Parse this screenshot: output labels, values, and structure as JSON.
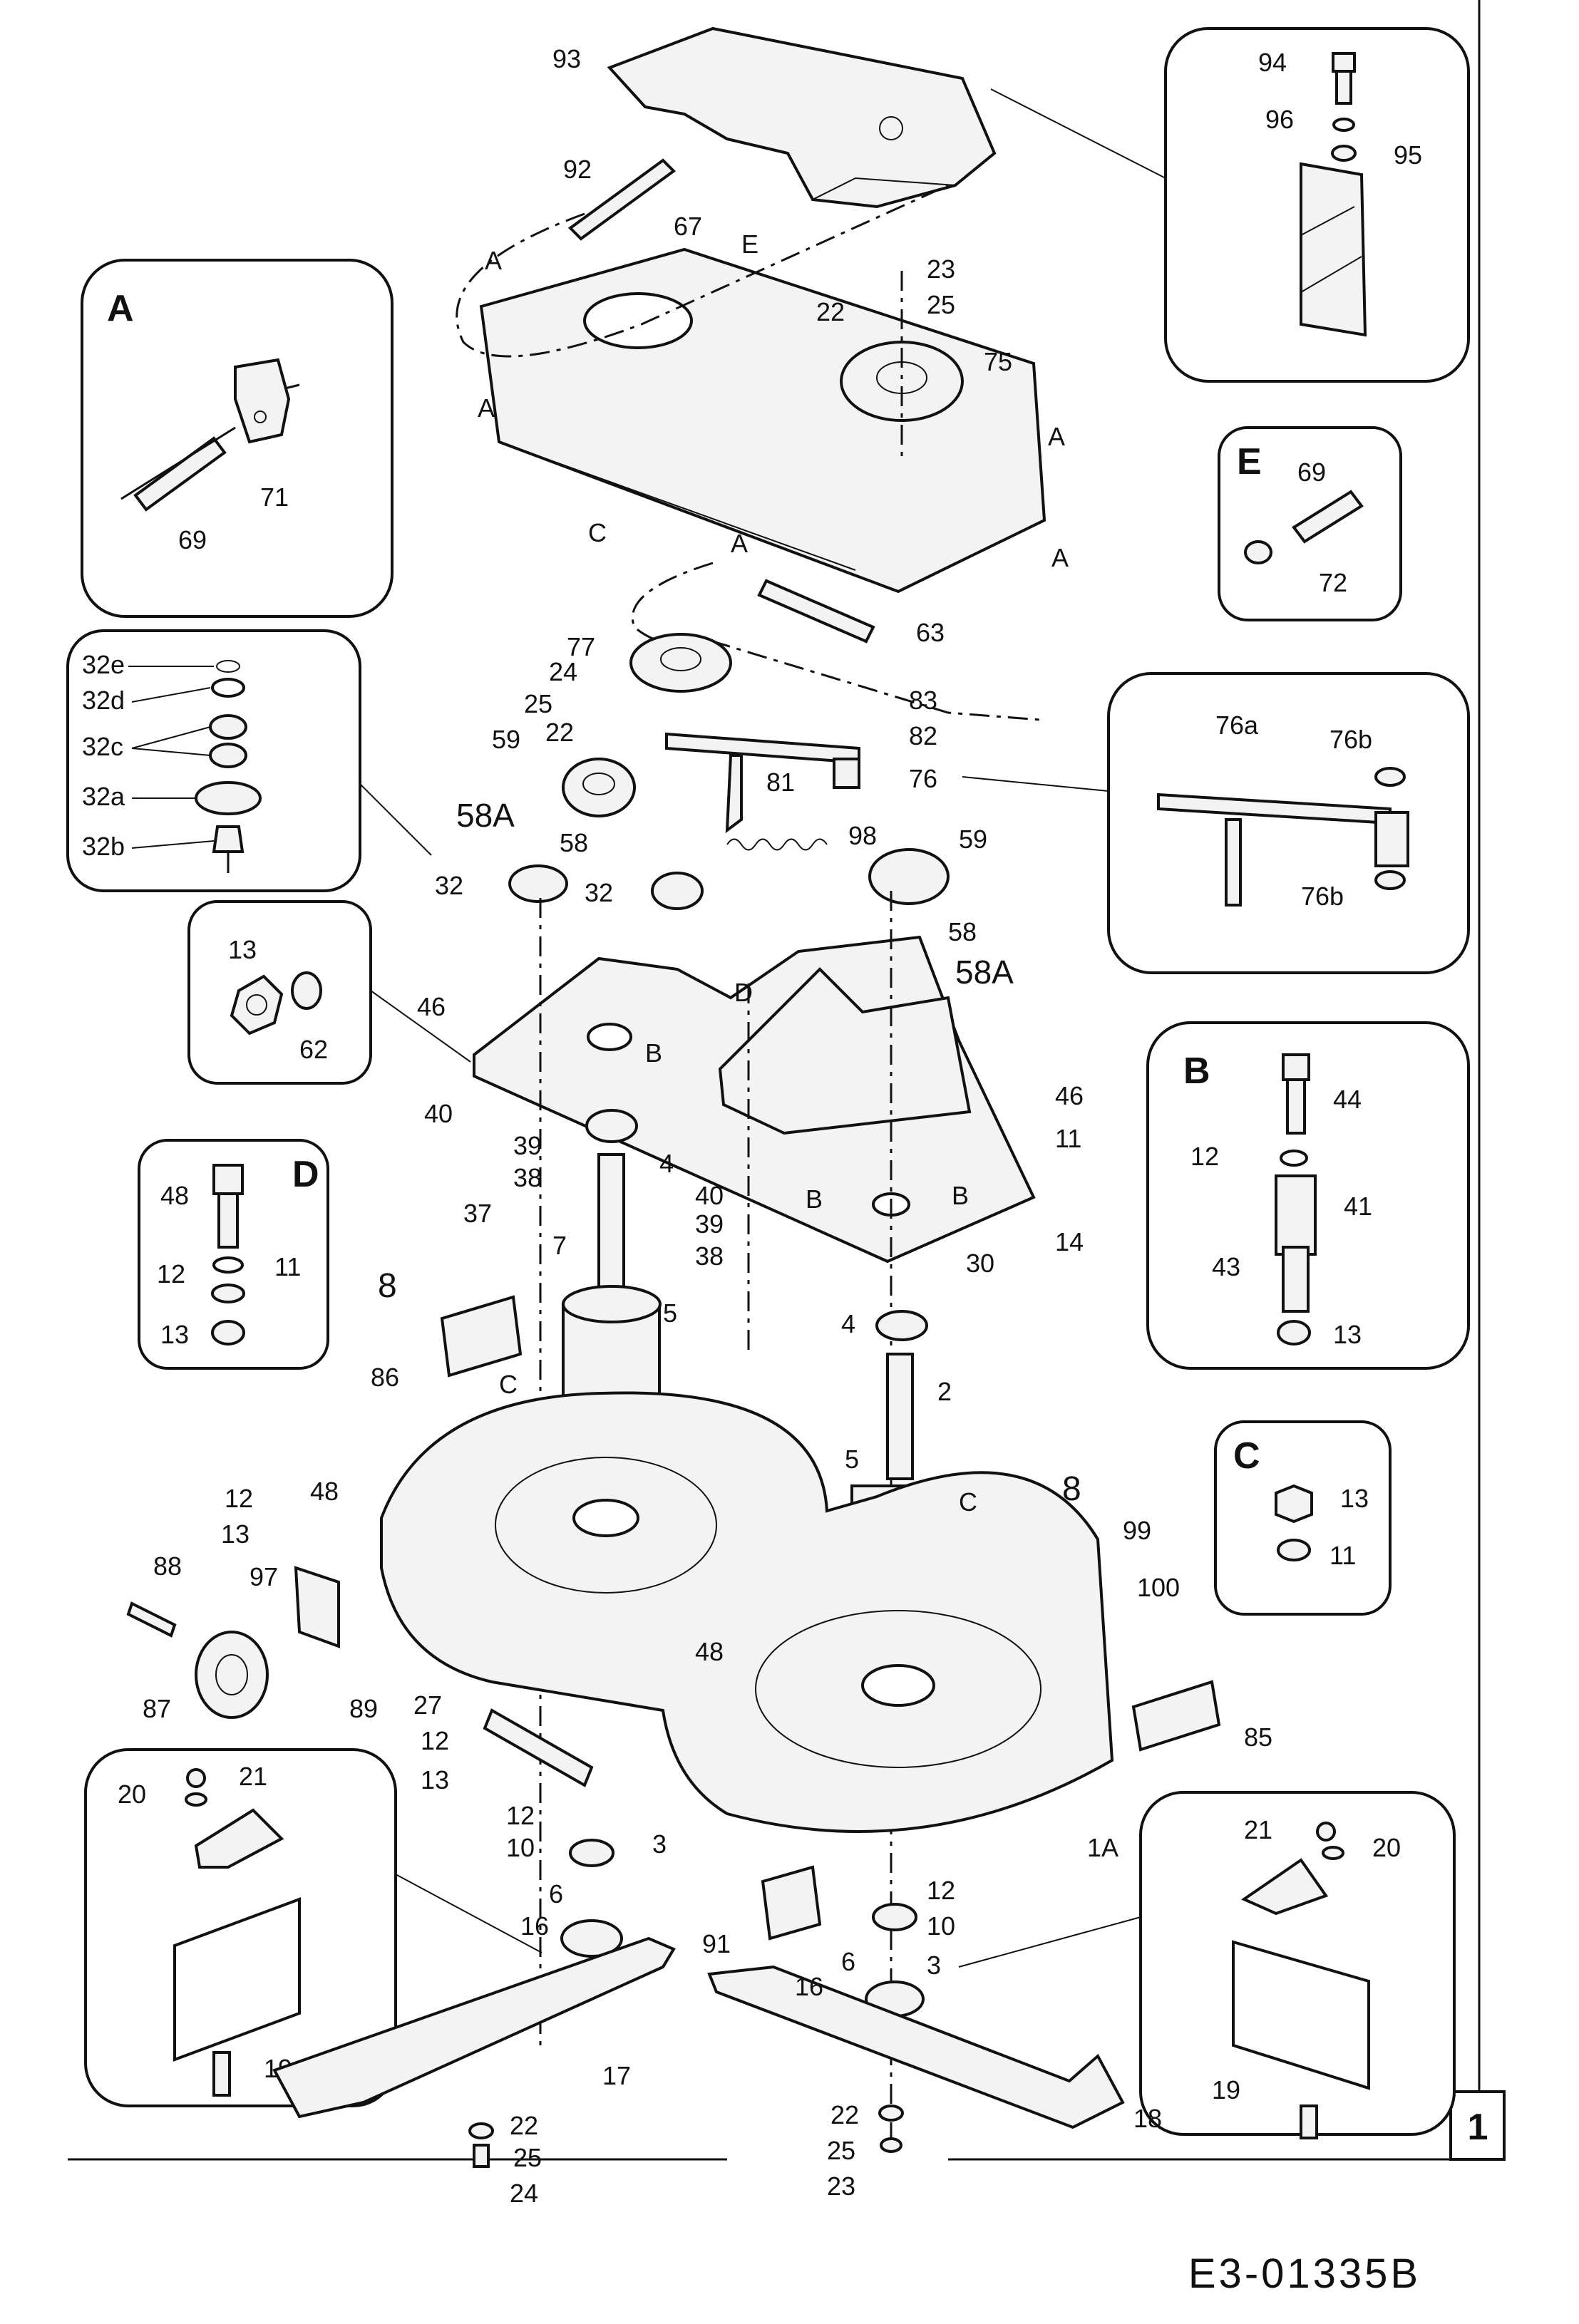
{
  "drawing_code": "E3-01335B",
  "page_number": "1",
  "detail_boxes": [
    {
      "id": "A",
      "labels": [
        "71",
        "69"
      ]
    },
    {
      "id": "E",
      "labels": [
        "69",
        "72"
      ]
    },
    {
      "id": "D",
      "labels": [
        "48",
        "12",
        "11",
        "13"
      ]
    },
    {
      "id": "B",
      "labels": [
        "44",
        "12",
        "41",
        "43",
        "13"
      ]
    },
    {
      "id": "C",
      "labels": [
        "13",
        "11"
      ]
    },
    {
      "id": "32",
      "labels": [
        "32e",
        "32d",
        "32c",
        "32a",
        "32b"
      ]
    },
    {
      "id": "13-62",
      "labels": [
        "13",
        "62"
      ]
    },
    {
      "id": "76",
      "labels": [
        "76a",
        "76b",
        "76b"
      ]
    },
    {
      "id": "94",
      "labels": [
        "94",
        "96",
        "95"
      ]
    },
    {
      "id": "blade-left",
      "labels": [
        "21",
        "20",
        "19"
      ]
    },
    {
      "id": "blade-right",
      "labels": [
        "21",
        "20",
        "19"
      ]
    }
  ],
  "callouts": {
    "c93": "93",
    "c92": "92",
    "c67": "67",
    "cE": "E",
    "cA1": "A",
    "cA2": "A",
    "cA3": "A",
    "cA4": "A",
    "cA5": "A",
    "c23a": "23",
    "c22a": "22",
    "c25a": "25",
    "c75": "75",
    "cC1": "C",
    "c63": "63",
    "c77": "77",
    "c24a": "24",
    "c83": "83",
    "c25b": "25",
    "c22b": "22",
    "c82": "82",
    "c76": "76",
    "c59a": "59",
    "c81": "81",
    "c58Aa": "58A",
    "c58a": "58",
    "c32a": "32",
    "c32b": "32",
    "c98": "98",
    "c59b": "59",
    "c58b": "58",
    "c58Ab": "58A",
    "c46a": "46",
    "cD": "D",
    "cB1": "B",
    "c46b": "46",
    "c11a": "11",
    "c40a": "40",
    "c39a": "39",
    "c38a": "38",
    "c37": "37",
    "c4a": "4",
    "c40b": "40",
    "c39b": "39",
    "c38b": "38",
    "cB2": "B",
    "cB3": "B",
    "c14": "14",
    "c30": "30",
    "c7": "7",
    "c8a": "8",
    "c5a": "5",
    "c86": "86",
    "cC2": "C",
    "c4b": "4",
    "c2": "2",
    "c5b": "5",
    "cC3": "C",
    "c8b": "8",
    "c99": "99",
    "c100": "100",
    "c12a": "12",
    "c48a": "48",
    "c13a": "13",
    "c88": "88",
    "c97": "97",
    "c87": "87",
    "c89": "89",
    "c48b": "48",
    "c27": "27",
    "c12b": "12",
    "c13b": "13",
    "c85": "85",
    "c12c": "12",
    "c10a": "10",
    "c3a": "3",
    "c6a": "6",
    "c16a": "16",
    "c91": "91",
    "c12d": "12",
    "c10b": "10",
    "c3b": "3",
    "c6b": "6",
    "c16b": "16",
    "c1A": "1A",
    "c17": "17",
    "c22c": "22",
    "c25c": "25",
    "c24b": "24",
    "c22d": "22",
    "c25d": "25",
    "c23b": "23",
    "c18": "18"
  }
}
